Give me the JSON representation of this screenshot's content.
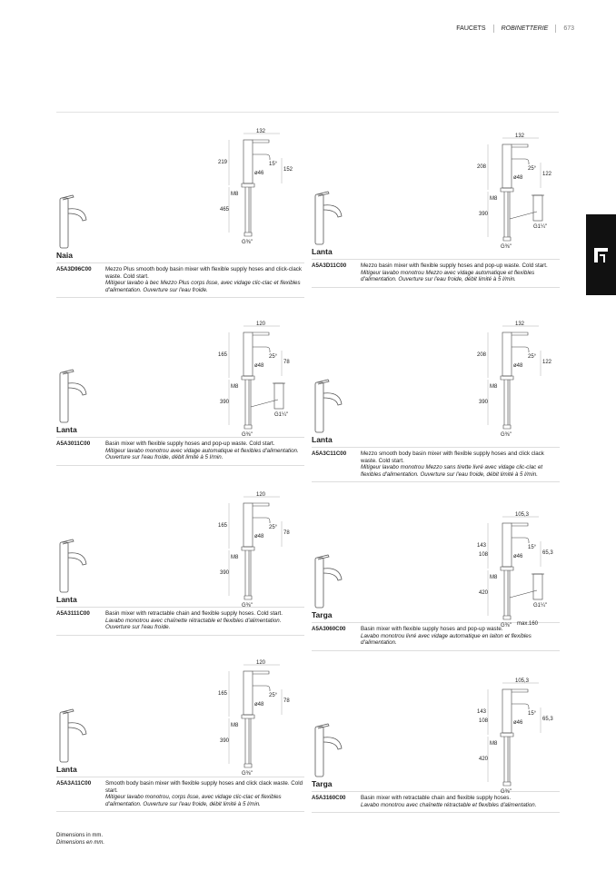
{
  "header": {
    "section_en": "FAUCETS",
    "section_fr": "ROBINETTERIE",
    "page": "673"
  },
  "products": [
    {
      "name": "Naia",
      "code": "A5A3D96C00",
      "en": "Mezzo Plus smooth body basin mixer with flexible supply hoses and click-clack waste. Cold start.",
      "fr": "Mitigeur lavabo à bec Mezzo Plus corps lisse, avec vidage clic-clac et flexibles d'alimentation. Ouverture sur l'eau froide.",
      "dims": {
        "width": "132",
        "height": "219",
        "angle": "15°",
        "spout": "152",
        "dia": "ø46",
        "thread": "M8",
        "hose": "465",
        "conn": "G⅜\""
      }
    },
    {
      "name": "Lanta",
      "code": "A5A3D11C00",
      "en": "Mezzo basin mixer with flexible supply hoses and pop-up waste. Cold start.",
      "fr": "Mitigeur lavabo monotrou Mezzo avec vidage automatique et flexibles d'alimentation. Ouverture sur l'eau froide, débit limité à 5 l/min.",
      "dims": {
        "width": "132",
        "height": "208",
        "angle": "25°",
        "spout": "122",
        "dia": "ø48",
        "thread": "M8",
        "hose": "390",
        "conn": "G⅜\"",
        "waste": "G1¼\""
      }
    },
    {
      "name": "Lanta",
      "code": "A5A3011C00",
      "en": "Basin mixer with flexible supply hoses and pop-up waste. Cold start.",
      "fr": "Mitigeur lavabo monotrou avec vidage automatique et flexibles d'alimentation. Ouverture sur l'eau froide, débit limité à 5 l/min.",
      "dims": {
        "width": "120",
        "height": "165",
        "angle": "25°",
        "spout": "78",
        "dia": "ø48",
        "thread": "M8",
        "hose": "390",
        "conn": "G⅜\"",
        "waste": "G1¼\""
      }
    },
    {
      "name": "Lanta",
      "code": "A5A3C11C00",
      "en": "Mezzo smooth body basin mixer with flexible supply hoses and click clack waste. Cold start.",
      "fr": "Mitigeur lavabo monotrou Mezzo sans tirette livré avec vidage clic-clac et flexibles d'alimentation. Ouverture sur l'eau froide, débit limité à 5 l/min.",
      "dims": {
        "width": "132",
        "height": "208",
        "angle": "25°",
        "spout": "122",
        "dia": "ø48",
        "thread": "M8",
        "hose": "390",
        "conn": "G⅜\""
      }
    },
    {
      "name": "Lanta",
      "code": "A5A3111C00",
      "en": "Basin mixer with retractable chain and flexible supply hoses. Cold start.",
      "fr": "Lavabo monotrou avec chaînette rétractable et flexibles d'alimentation. Ouverture sur l'eau froide.",
      "dims": {
        "width": "120",
        "height": "165",
        "angle": "25°",
        "spout": "78",
        "dia": "ø48",
        "thread": "M8",
        "hose": "390",
        "conn": "G⅜\""
      }
    },
    {
      "name": "Targa",
      "code": "A5A3060C00",
      "en": "Basin mixer with flexible supply hoses and pop-up waste.",
      "fr": "Lavabo monotrou livré avec vidage automatique en laiton et flexibles d'alimentation.",
      "dims": {
        "width": "105,3",
        "height": "143",
        "height2": "108",
        "angle": "15°",
        "spout": "65,3",
        "dia": "ø46",
        "thread": "M8",
        "hose": "420",
        "conn": "G⅜\"",
        "waste": "G1¼\"",
        "max": "max.160"
      }
    },
    {
      "name": "Lanta",
      "code": "A5A3A11C00",
      "en": "Smooth body basin mixer with flexible supply hoses and click clack waste. Cold start.",
      "fr": "Mitigeur lavabo monotrou, corps lisse, avec vidage clic-clac et flexibles d'alimentation. Ouverture sur l'eau froide, débit limité à 5 l/min.",
      "dims": {
        "width": "120",
        "height": "165",
        "angle": "25°",
        "spout": "78",
        "dia": "ø48",
        "thread": "M8",
        "hose": "390",
        "conn": "G⅜\""
      }
    },
    {
      "name": "Targa",
      "code": "A5A3160C00",
      "en": "Basin mixer with retractable chain and flexible supply hoses.",
      "fr": "Lavabo monotrou avec chaînette rétractable et flexibles d'alimentation.",
      "dims": {
        "width": "105,3",
        "height": "143",
        "height2": "108",
        "angle": "15°",
        "spout": "65,3",
        "dia": "ø46",
        "thread": "M8",
        "hose": "420",
        "conn": "G⅜\""
      }
    }
  ],
  "footer": {
    "en": "Dimensions in mm.",
    "fr": "Dimensions en mm."
  }
}
